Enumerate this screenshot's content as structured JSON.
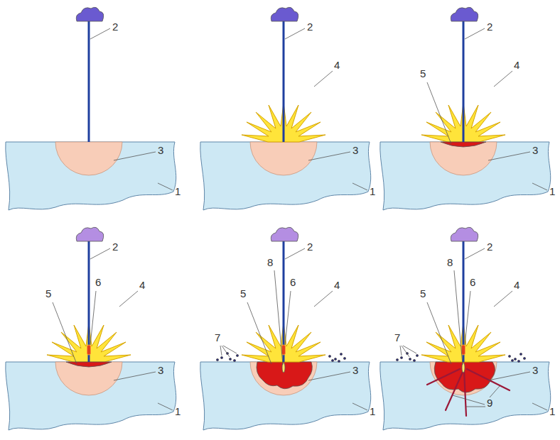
{
  "diagram": {
    "labels": [
      "2",
      "3",
      "1",
      "2",
      "4",
      "3",
      "1",
      "2",
      "5",
      "4",
      "3",
      "1",
      "2",
      "6",
      "5",
      "4",
      "3",
      "1",
      "2",
      "8",
      "6",
      "5",
      "4",
      "7",
      "3",
      "1",
      "2",
      "8",
      "6",
      "5",
      "4",
      "7",
      "3",
      "9",
      "1"
    ]
  }
}
